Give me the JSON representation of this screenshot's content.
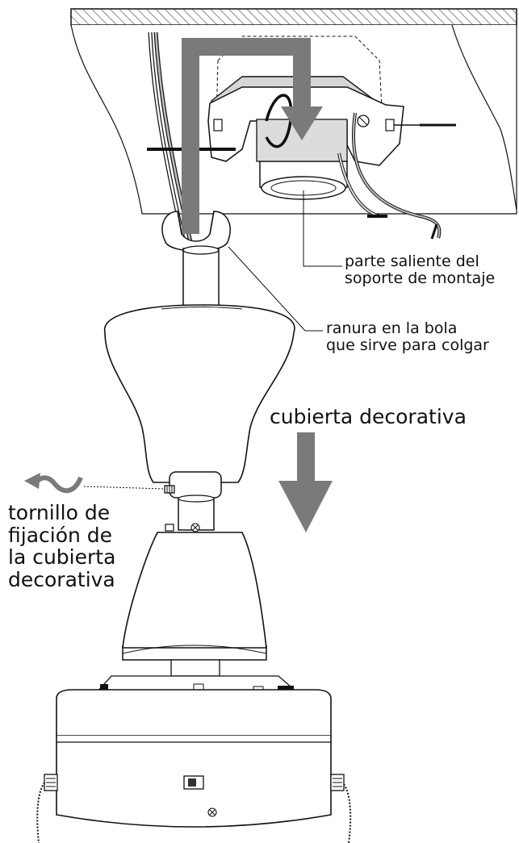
{
  "labels": {
    "bracket_tab": [
      "parte saliente del",
      "soporte de montaje"
    ],
    "hanger_slot": [
      "ranura en la bola",
      "que sirve para colgar"
    ],
    "canopy": "cubierta decorativa",
    "canopy_screw": [
      "tornillo de",
      "fijación de",
      "la cubierta",
      "decorativa"
    ]
  },
  "colors": {
    "line": "#111111",
    "arrow": "#7a7a7a",
    "ceiling_hatch": "#555555",
    "bracket_fill": "#d6d6d6",
    "background": "#ffffff"
  },
  "icons": {
    "routing_arrow": "bent-down-arrow-icon",
    "down_arrow": "down-arrow-icon",
    "loosen_arrow": "curved-arrow-icon"
  }
}
